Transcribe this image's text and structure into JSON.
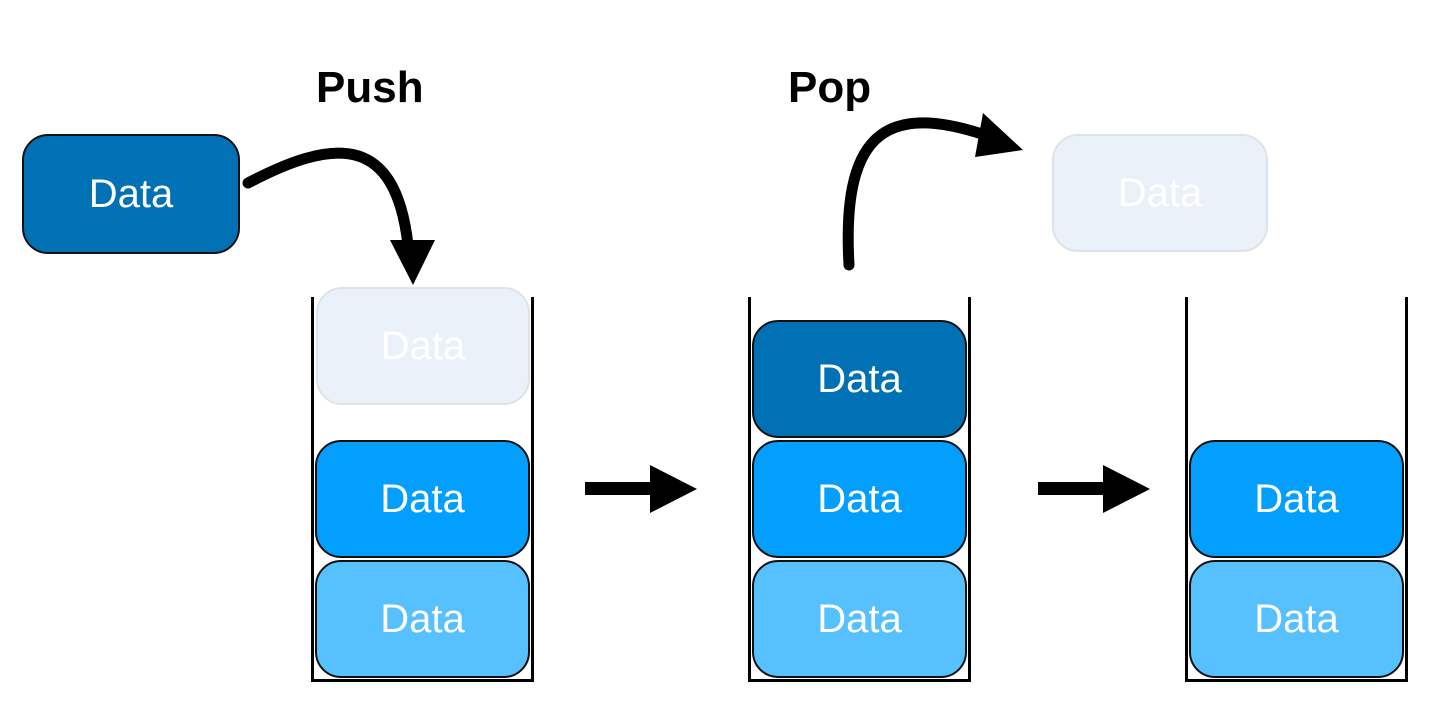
{
  "labels": {
    "push": "Push",
    "pop": "Pop"
  },
  "block_text": "Data",
  "colors": {
    "dark": "#0171b5",
    "medium": "#039ffe",
    "light": "#57c0fe",
    "ghost": "#eaf1f9"
  },
  "stacks": [
    {
      "items": [
        "light",
        "medium"
      ],
      "incoming": "dark"
    },
    {
      "items": [
        "light",
        "medium",
        "dark"
      ],
      "outgoing": "dark"
    },
    {
      "items": [
        "light",
        "medium"
      ]
    }
  ]
}
